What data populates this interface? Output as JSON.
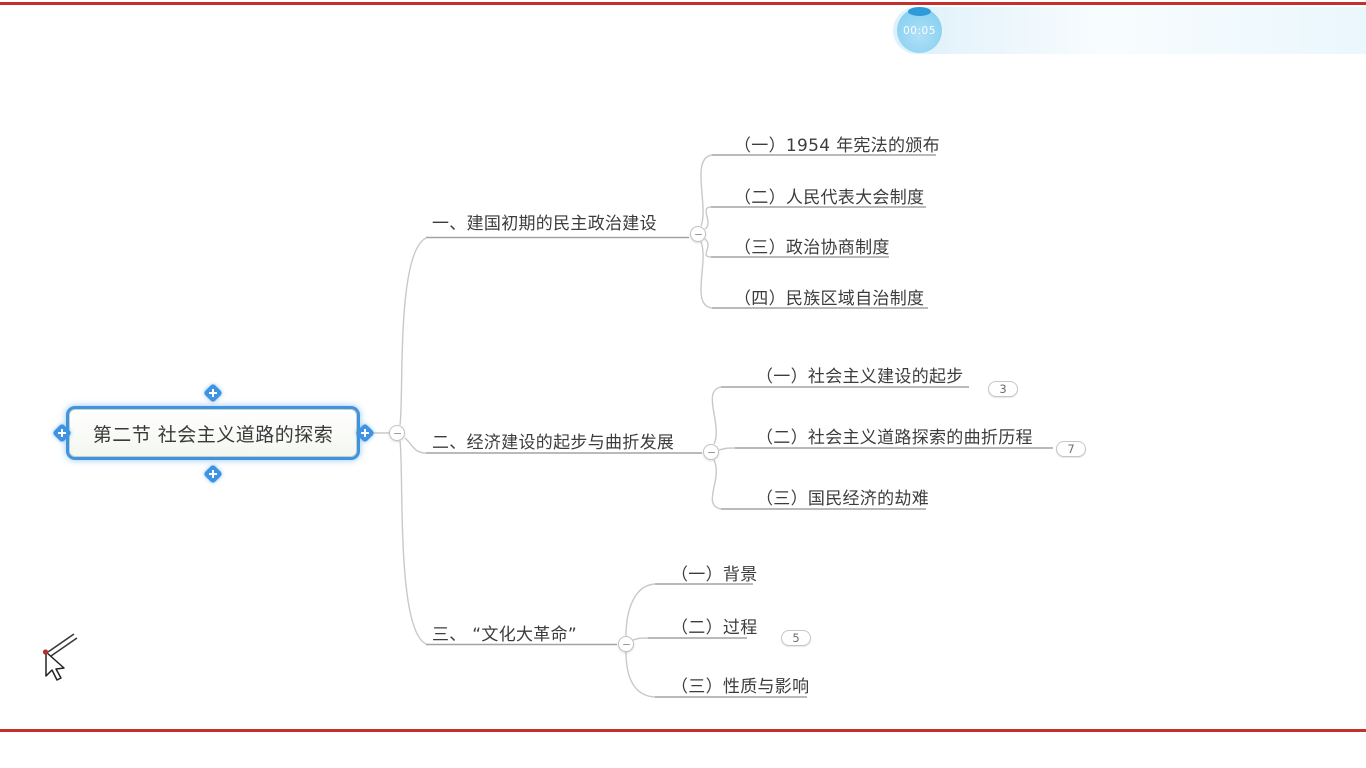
{
  "recorder": {
    "timer": "00:05"
  },
  "mindmap": {
    "root": {
      "label": "第二节 社会主义道路的探索"
    },
    "branches": [
      {
        "label": "一、建国初期的民主政治建设",
        "children": [
          {
            "label": "（一）1954 年宪法的颁布"
          },
          {
            "label": "（二）人民代表大会制度"
          },
          {
            "label": "（三）政治协商制度"
          },
          {
            "label": "（四）民族区域自治制度"
          }
        ]
      },
      {
        "label": "二、经济建设的起步与曲折发展",
        "children": [
          {
            "label": "（一）社会主义建设的起步",
            "badge": "3"
          },
          {
            "label": "（二）社会主义道路探索的曲折历程",
            "badge": "7"
          },
          {
            "label": "（三）国民经济的劫难"
          }
        ]
      },
      {
        "label": "三、 “文化大革命”",
        "children": [
          {
            "label": "（一）背景"
          },
          {
            "label": "（二）过程",
            "badge": "5"
          },
          {
            "label": "（三）性质与影响"
          }
        ]
      }
    ],
    "icons": {
      "add_handle": "plus",
      "collapse_toggle": "minus",
      "pointer": "arrow-cursor-with-pen"
    },
    "colors": {
      "accent_blue": "#3e93e2",
      "timer_blue": "#8ed3f2",
      "record_border_red": "#c4302b",
      "line_gray": "#c9c9c9",
      "text": "#3c3c3c"
    }
  }
}
